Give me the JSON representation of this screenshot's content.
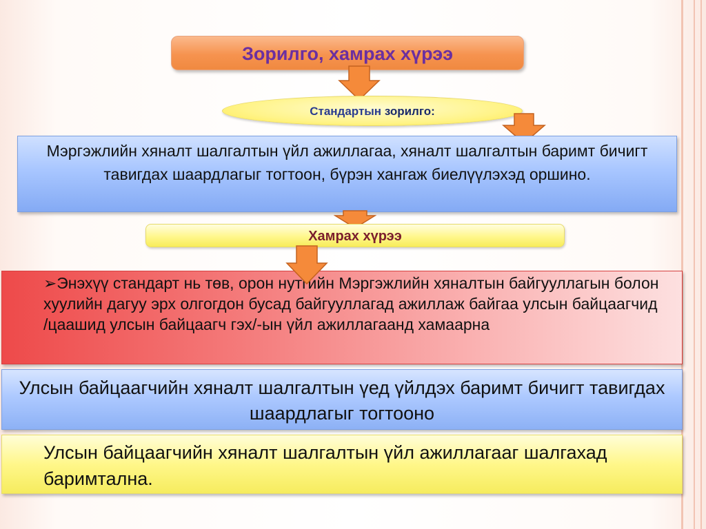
{
  "title": "Зорилго, хамрах хүрээ",
  "standard_goal": {
    "label_part1": "Стандартын ",
    "label_part2": "зорилго:"
  },
  "goal_text": "Мэргэжлийн хяналт шалгалтын үйл ажиллагаа, хяналт шалгалтын баримт бичигт тавигдах шаардлагыг тогтоон, бүрэн хангаж биелүүлэхэд оршино.",
  "scope_label": "Хамрах хүрээ",
  "scope_text": "➢Энэхүү стандарт нь төв, орон нутгийн Мэргэжлийн хяналтын байгууллагын болон хуулийн дагуу эрх олгогдон бусад байгууллагад ажиллаж байгаа улсын байцаагчид /цаашид улсын байцаагч гэх/-ын үйл ажиллагаанд хамаарна",
  "inspector_docs_text": "Улсын байцаагчийн хяналт шалгалтын үед үйлдэх баримт бичигт тавигдах шаардлагыг тогтооно",
  "inspector_check_text": "Улсын байцаагчийн хяналт шалгалтын үйл ажиллагааг шалгахад баримтална.",
  "colors": {
    "title_text": "#6b2fa0",
    "arrow_fill": "#f58a3a",
    "scope_label_text": "#7a1e2e"
  }
}
